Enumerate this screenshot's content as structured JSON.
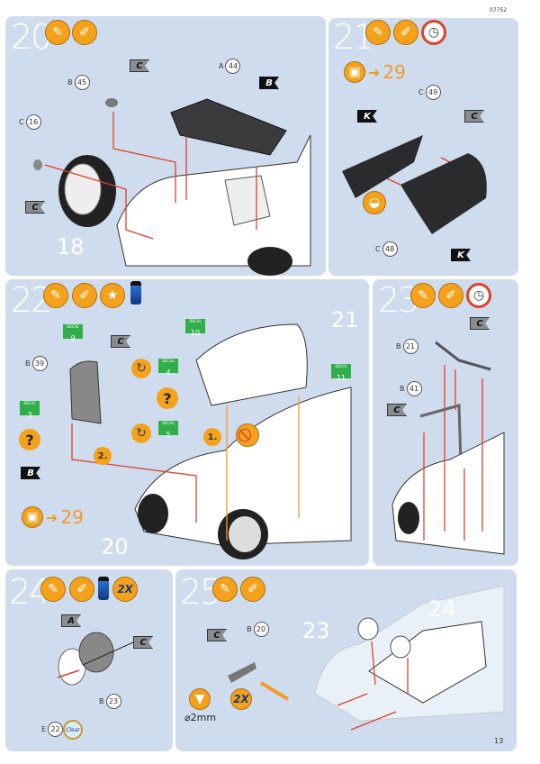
{
  "header": {
    "code": "07752"
  },
  "footer": {
    "page_number": "13"
  },
  "steps": {
    "s20": {
      "number": "20",
      "icons": [
        "glue-icon",
        "paint-icon"
      ],
      "callouts": [
        {
          "letter": "B",
          "part": "45"
        },
        {
          "letter": "A",
          "part": "44"
        },
        {
          "letter": "C",
          "part": "16"
        }
      ],
      "flags": [
        "C",
        "B",
        "C"
      ],
      "refs": [
        "18"
      ]
    },
    "s21": {
      "number": "21",
      "icons": [
        "glue-icon",
        "paint-icon",
        "clock-icon"
      ],
      "goto": "29",
      "callouts": [
        {
          "letter": "C",
          "part": "49"
        },
        {
          "letter": "C",
          "part": "48"
        }
      ],
      "flags": [
        "K",
        "C",
        "K"
      ]
    },
    "s22": {
      "number": "22",
      "icons": [
        "glue-icon",
        "paint-icon",
        "decal-icon",
        "bottle-icon"
      ],
      "decal_label": "DECAL",
      "decals": [
        "9",
        "10",
        "4",
        "11",
        "3",
        "5"
      ],
      "callouts": [
        {
          "letter": "B",
          "part": "39"
        }
      ],
      "flags": [
        "C",
        "B"
      ],
      "seq": [
        "1.",
        "2."
      ],
      "question": "?",
      "goto": "29",
      "refs": [
        "21",
        "20"
      ]
    },
    "s23": {
      "number": "23",
      "icons": [
        "glue-icon",
        "paint-icon",
        "clock-icon"
      ],
      "callouts": [
        {
          "letter": "B",
          "part": "21"
        },
        {
          "letter": "B",
          "part": "41"
        }
      ],
      "flags": [
        "C",
        "C"
      ]
    },
    "s24": {
      "number": "24",
      "icons": [
        "glue-icon",
        "paint-icon",
        "bottle-icon"
      ],
      "qty": "2X",
      "callouts": [
        {
          "letter": "B",
          "part": "23"
        },
        {
          "letter": "E",
          "part": "22"
        }
      ],
      "flags": [
        "A",
        "C"
      ],
      "clear_label": "Clear"
    },
    "s25": {
      "number": "25",
      "icons": [
        "glue-icon",
        "paint-icon"
      ],
      "callouts": [
        {
          "letter": "B",
          "part": "20"
        }
      ],
      "flags": [
        "C"
      ],
      "qty": "2X",
      "drill": "⌀2mm",
      "refs": [
        "23",
        "24"
      ]
    }
  },
  "colors": {
    "panel": "#cfdced",
    "accent": "#f4a21c",
    "arrow": "#e0402a",
    "decal": "#2fae4a"
  }
}
